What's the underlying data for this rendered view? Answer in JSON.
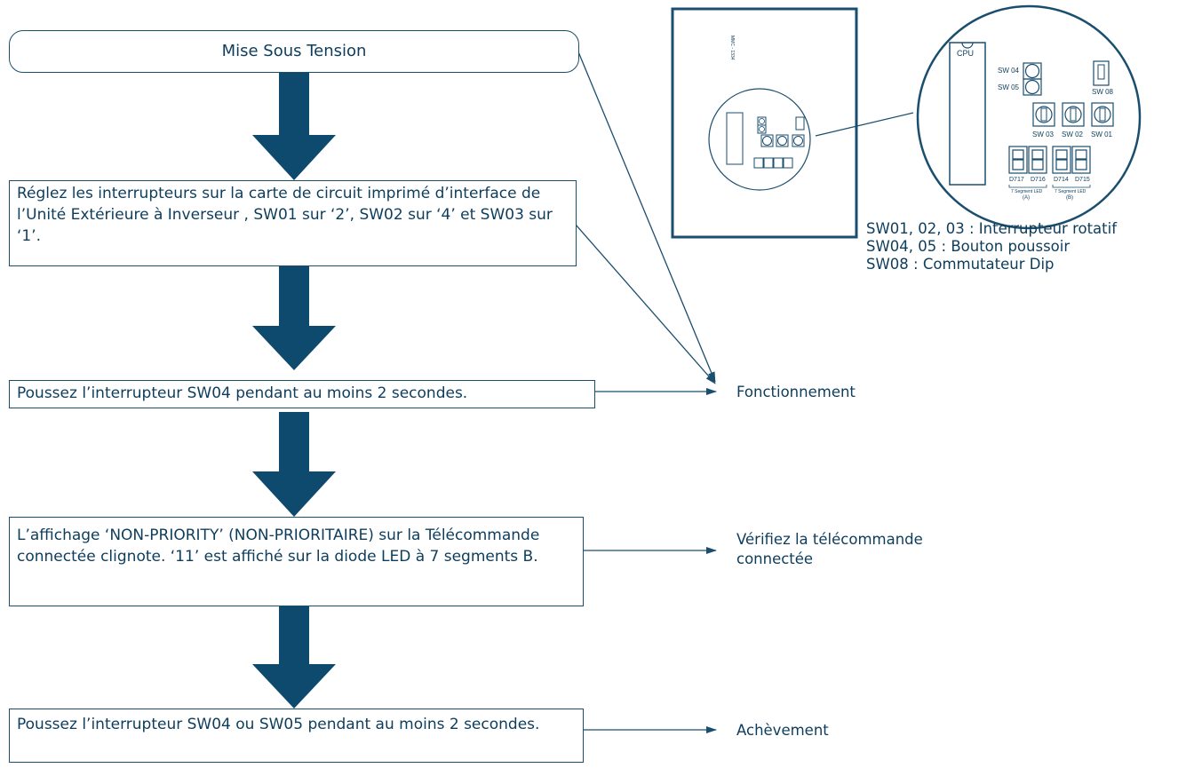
{
  "steps": [
    {
      "text": "Mise Sous Tension"
    },
    {
      "text": "Réglez les interrupteurs sur la carte de circuit imprimé d’interface de l’Unité Extérieure à Inverseur , SW01 sur ‘2’, SW02 sur ‘4’ et SW03 sur ‘1’."
    },
    {
      "text": "Poussez l’interrupteur SW04 pendant au moins 2 secondes."
    },
    {
      "text": "L’affichage ‘NON-PRIORITY’ (NON-PRIORITAIRE) sur la Télécommande connectée clignote. ‘11’ est affiché sur la diode LED à 7 segments B."
    },
    {
      "text": "Poussez l’interrupteur SW04 ou SW05 pendant au moins 2 secondes."
    }
  ],
  "side_labels": {
    "operation": "Fonctionnement",
    "verify": "Vérifiez la télécommande connectée",
    "completion": "Achèvement"
  },
  "pcb": {
    "board_code": "MMC - 1334",
    "cpu": "CPU",
    "sw04": "SW 04",
    "sw05": "SW 05",
    "sw08": "SW 08",
    "sw03": "SW 03",
    "sw02": "SW 02",
    "sw01": "SW 01",
    "d717": "D717",
    "d716": "D716",
    "d714": "D714",
    "d715": "D715",
    "led_label": "7 Segment LED",
    "group_a": "(A)",
    "group_b": "(B)"
  },
  "legend": [
    "SW01, 02, 03 : Interrupteur rotatif",
    "SW04, 05 : Bouton poussoir",
    "SW08 : Commutateur Dip"
  ],
  "colors": {
    "arrow": "#0d4a6e",
    "line": "#1a4e6e"
  }
}
